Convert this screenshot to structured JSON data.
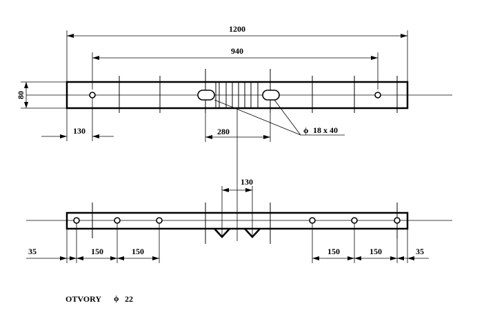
{
  "top_view": {
    "overall_length": "1200",
    "hole_spacing": "940",
    "height": "80",
    "edge_to_hole": "130",
    "slot_spacing": "280",
    "slot_note_symbol": "ϕ",
    "slot_note": "18 x 40"
  },
  "bottom_view": {
    "center_spacing": "130",
    "left_edge": "35",
    "left_pitch_1": "150",
    "left_pitch_2": "150",
    "right_pitch_1": "150",
    "right_pitch_2": "150",
    "right_edge": "35"
  },
  "note": {
    "label": "OTVORY",
    "symbol": "ϕ",
    "value": "22"
  }
}
